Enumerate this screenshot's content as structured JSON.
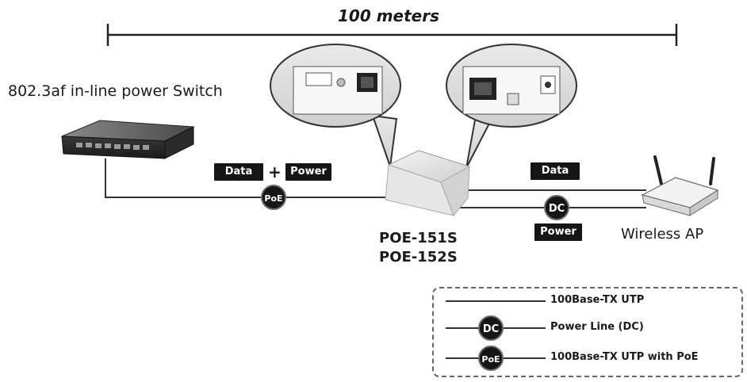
{
  "diagram": {
    "distance": "100 meters",
    "switch_label": "802.3af in-line power Switch",
    "tags": {
      "data_left": "Data",
      "plus": "+",
      "power_left": "Power",
      "data_right": "Data",
      "power_right": "Power"
    },
    "badges": {
      "poe": "PoE",
      "dc": "DC"
    },
    "models": [
      "POE-151S",
      "POE-152S"
    ],
    "ap_label": "Wireless AP",
    "legend": [
      {
        "label": "100Base-TX UTP",
        "badge": ""
      },
      {
        "label": "Power Line (DC)",
        "badge": "DC"
      },
      {
        "label": "100Base-TX UTP with PoE",
        "badge": "PoE"
      }
    ]
  }
}
